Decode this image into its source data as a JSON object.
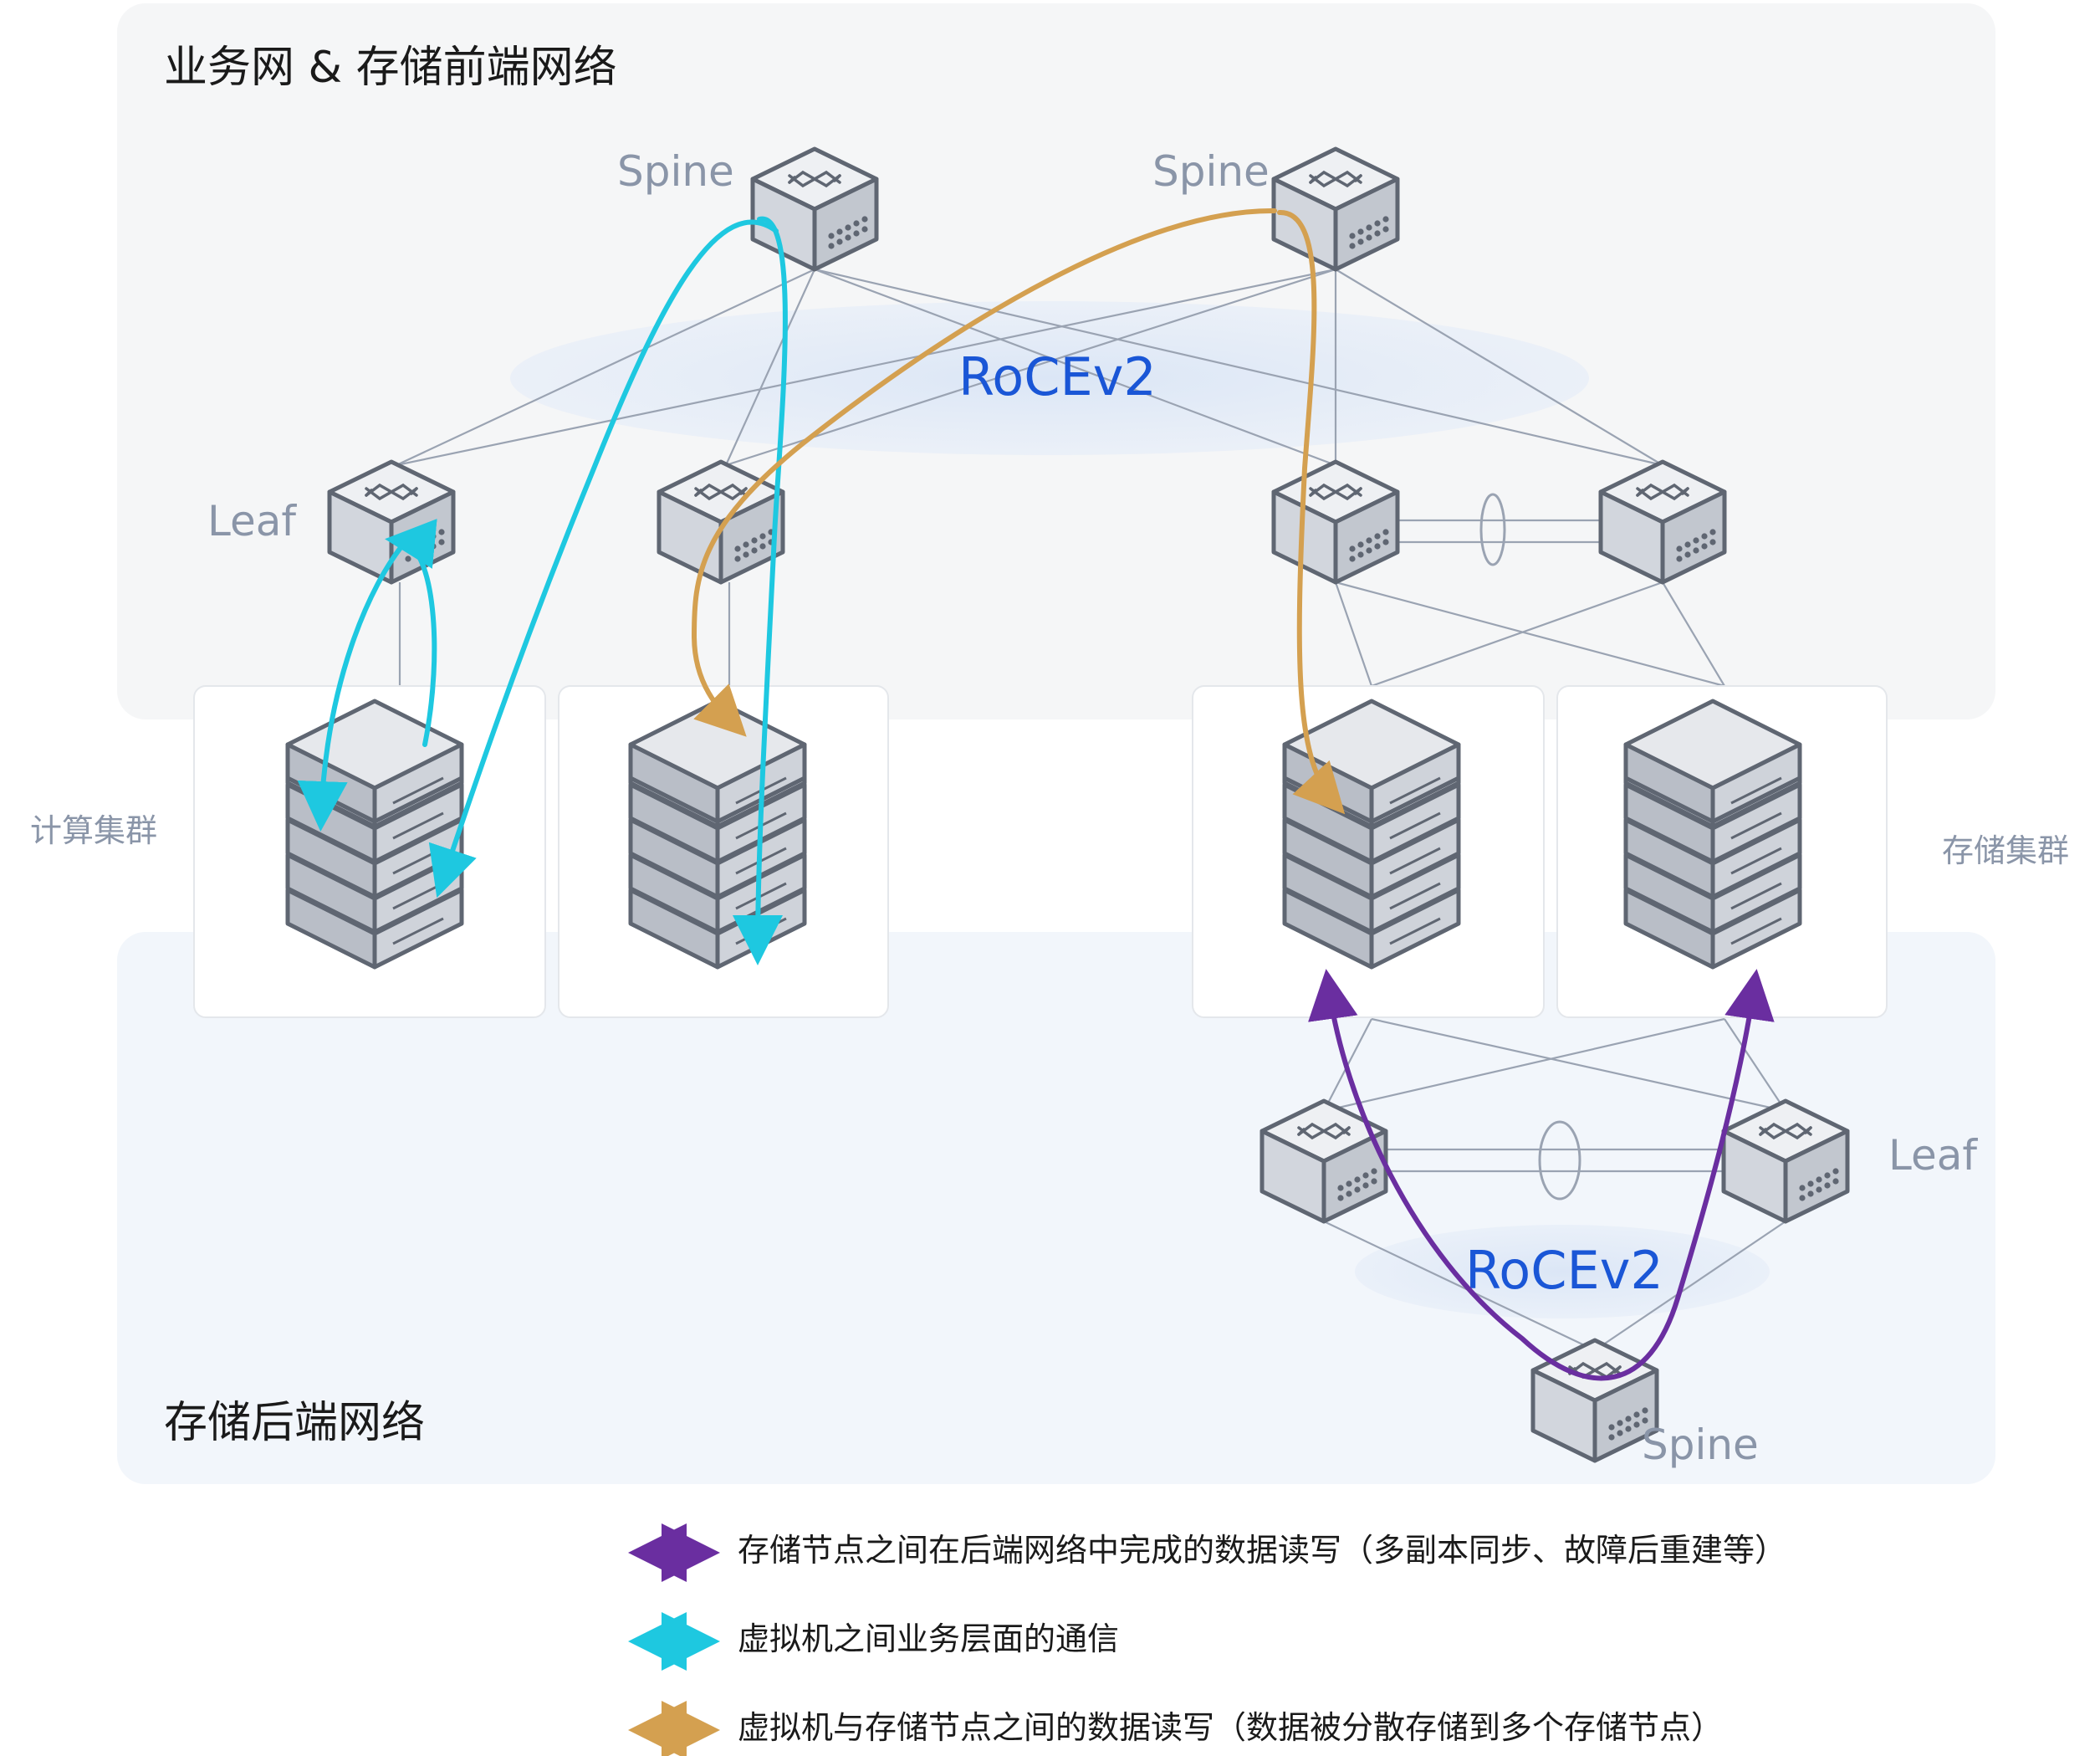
{
  "zones": {
    "front_title": "业务网 & 存储前端网络",
    "back_title": "存储后端网络"
  },
  "clusters": {
    "compute": "计算集群",
    "storage": "存储集群"
  },
  "roles": {
    "spine": "Spine",
    "leaf": "Leaf"
  },
  "protocols": {
    "front": "RoCEv2",
    "back": "RoCEv2"
  },
  "legend": [
    {
      "color": "#6a2ea0",
      "text": "存储节点之间在后端网络中完成的数据读写（多副本同步、故障后重建等）"
    },
    {
      "color": "#1ec8e0",
      "text": "虚拟机之间业务层面的通信"
    },
    {
      "color": "#d4a050",
      "text": "虚拟机与存储节点之间的数据读写（数据被分散存储到多个存储节点）"
    }
  ],
  "colors": {
    "purple": "#6a2ea0",
    "cyan": "#1ec8e0",
    "gold": "#d4a050",
    "blue_text": "#1a56d6"
  }
}
